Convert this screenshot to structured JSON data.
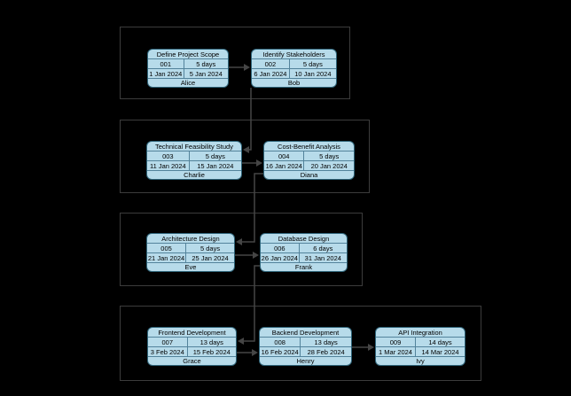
{
  "diagram": {
    "type": "project-dependency-diagram",
    "colors": {
      "background": "#000000",
      "node_fill": "#b7dbea",
      "node_border": "#2e6378",
      "node_divider": "#53839b",
      "group_border": "#3c3c3c",
      "edge": "#454545",
      "text": "#000000"
    },
    "phases": [
      {
        "id": "phase-1",
        "task_ids": [
          "001",
          "002"
        ]
      },
      {
        "id": "phase-2",
        "task_ids": [
          "003",
          "004"
        ]
      },
      {
        "id": "phase-3",
        "task_ids": [
          "005",
          "006"
        ]
      },
      {
        "id": "phase-4",
        "task_ids": [
          "007",
          "008",
          "009"
        ]
      }
    ],
    "tasks": [
      {
        "id": "001",
        "title": "Define Project Scope",
        "duration": "5 days",
        "start": "1 Jan 2024",
        "end": "5 Jan 2024",
        "assignee": "Alice"
      },
      {
        "id": "002",
        "title": "Identify Stakeholders",
        "duration": "5 days",
        "start": "6 Jan 2024",
        "end": "10 Jan 2024",
        "assignee": "Bob"
      },
      {
        "id": "003",
        "title": "Technical Feasibility Study",
        "duration": "5 days",
        "start": "11 Jan 2024",
        "end": "15 Jan 2024",
        "assignee": "Charlie"
      },
      {
        "id": "004",
        "title": "Cost-Benefit Analysis",
        "duration": "5 days",
        "start": "16 Jan 2024",
        "end": "20 Jan 2024",
        "assignee": "Diana"
      },
      {
        "id": "005",
        "title": "Architecture Design",
        "duration": "5 days",
        "start": "21 Jan 2024",
        "end": "25 Jan 2024",
        "assignee": "Eve"
      },
      {
        "id": "006",
        "title": "Database Design",
        "duration": "6 days",
        "start": "26 Jan 2024",
        "end": "31 Jan 2024",
        "assignee": "Frank"
      },
      {
        "id": "007",
        "title": "Frontend Development",
        "duration": "13 days",
        "start": "3 Feb 2024",
        "end": "15 Feb 2024",
        "assignee": "Grace"
      },
      {
        "id": "008",
        "title": "Backend Development",
        "duration": "13 days",
        "start": "16 Feb 2024",
        "end": "28 Feb 2024",
        "assignee": "Henry"
      },
      {
        "id": "009",
        "title": "API Integration",
        "duration": "14 days",
        "start": "1 Mar 2024",
        "end": "14 Mar 2024",
        "assignee": "Ivy"
      }
    ],
    "edges": [
      {
        "from": "001",
        "to": "002"
      },
      {
        "from": "002",
        "to": "003"
      },
      {
        "from": "003",
        "to": "004"
      },
      {
        "from": "004",
        "to": "005"
      },
      {
        "from": "005",
        "to": "006"
      },
      {
        "from": "006",
        "to": "007"
      },
      {
        "from": "007",
        "to": "008"
      },
      {
        "from": "008",
        "to": "009"
      }
    ]
  }
}
